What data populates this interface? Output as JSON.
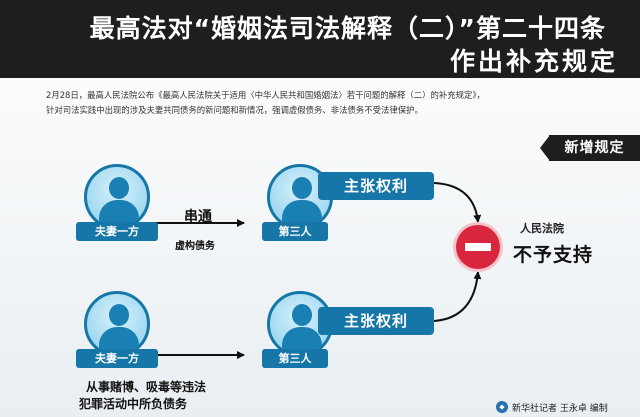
{
  "header": {
    "title_line1": "最高法对“婚姻法司法解释（二）”第二十四条",
    "title_line2": "作出补充规定"
  },
  "intro": {
    "line1": "2月28日，最高人民法院公布《最高人民法院关于适用〈中华人民共和国婚姻法〉若干问题的解释（二）的补充规定》，",
    "line2": "针对司法实践中出现的涉及夫妻共同债务的新问题和新情况，强调虚假债务、非法债务不受法律保护。"
  },
  "badge": {
    "label": "新增规定"
  },
  "flow": {
    "spouse_label": "夫妻一方",
    "third_party_label": "第三人",
    "claim_label": "主张权利",
    "case1": {
      "action": "串通",
      "detail": "虚构债务"
    },
    "case2": {
      "detail_line1": "从事赌博、吸毒等违法",
      "detail_line2": "犯罪活动中所负债务"
    },
    "court": "人民法院",
    "verdict": "不予支持"
  },
  "credit": {
    "text": "新华社记者 王永卓 编制"
  },
  "colors": {
    "header": "#1e1e1e",
    "accent": "#1576a7",
    "stop": "#d7263d"
  },
  "icons": {
    "person": "person-icon",
    "stop": "no-entry-icon",
    "logo": "xinhua-logo-icon"
  }
}
